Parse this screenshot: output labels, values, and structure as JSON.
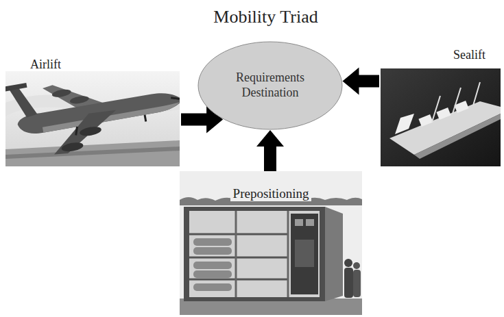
{
  "diagram": {
    "title": "Mobility Triad",
    "nodes": [
      {
        "text": [
          "Airlift"
        ]
      },
      {
        "text": [
          "Requirements Destination"
        ]
      },
      {
        "text": [
          "Sealift"
        ]
      },
      {
        "text": [
          "Prepositioning"
        ]
      }
    ],
    "edges": [
      {
        "from": 0,
        "to": 1,
        "arrow": "to"
      },
      {
        "from": 2,
        "to": 1,
        "arrow": "to"
      },
      {
        "from": 3,
        "to": 1,
        "arrow": "to"
      }
    ]
  }
}
